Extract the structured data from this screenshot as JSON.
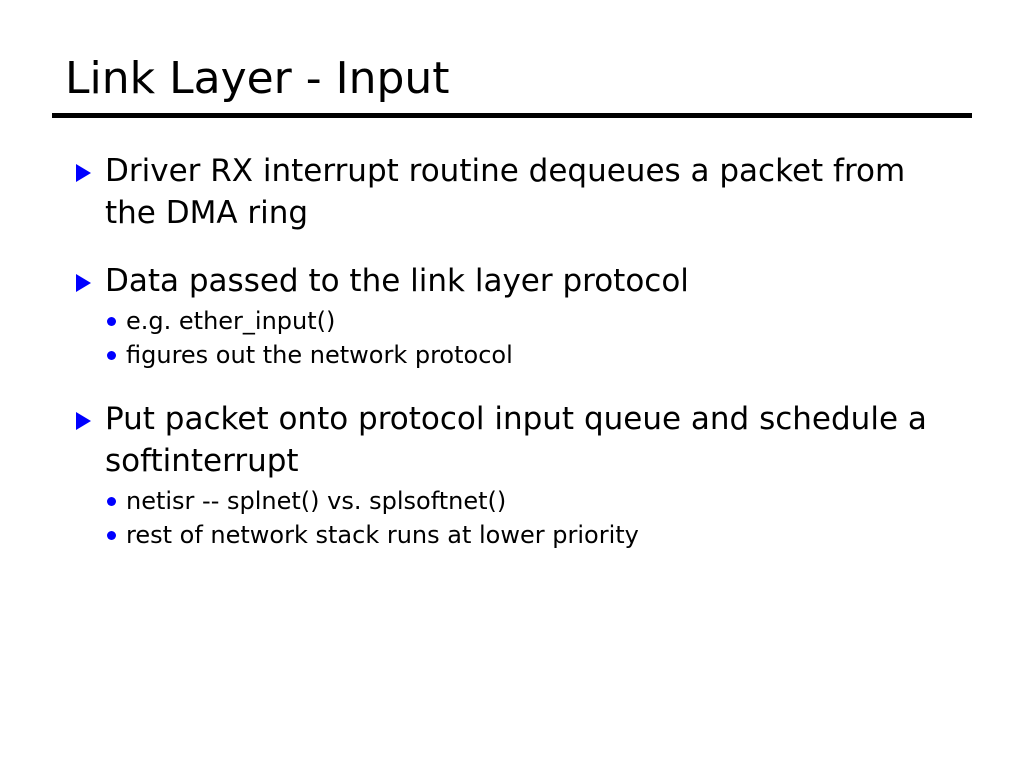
{
  "slide": {
    "title": "Link Layer - Input",
    "background_color": "#ffffff",
    "text_color": "#000000",
    "accent_color": "#0000ff",
    "rule_color": "#000000",
    "blocks": [
      {
        "bullet_icon": "triangle-right-icon",
        "text": "Driver RX interrupt routine dequeues a packet from the DMA ring",
        "sub_items": []
      },
      {
        "bullet_icon": "triangle-right-icon",
        "text": "Data passed to the link layer protocol",
        "sub_items": [
          {
            "bullet_icon": "dot-icon",
            "text": "e.g. ether_input()"
          },
          {
            "bullet_icon": "dot-icon",
            "text": "figures out the network protocol"
          }
        ]
      },
      {
        "bullet_icon": "triangle-right-icon",
        "text": "Put packet onto protocol input queue and schedule a softinterrupt",
        "sub_items": [
          {
            "bullet_icon": "dot-icon",
            "text": "netisr -- splnet() vs. splsoftnet()"
          },
          {
            "bullet_icon": "dot-icon",
            "text": "rest of network stack runs at lower priority"
          }
        ]
      }
    ]
  }
}
